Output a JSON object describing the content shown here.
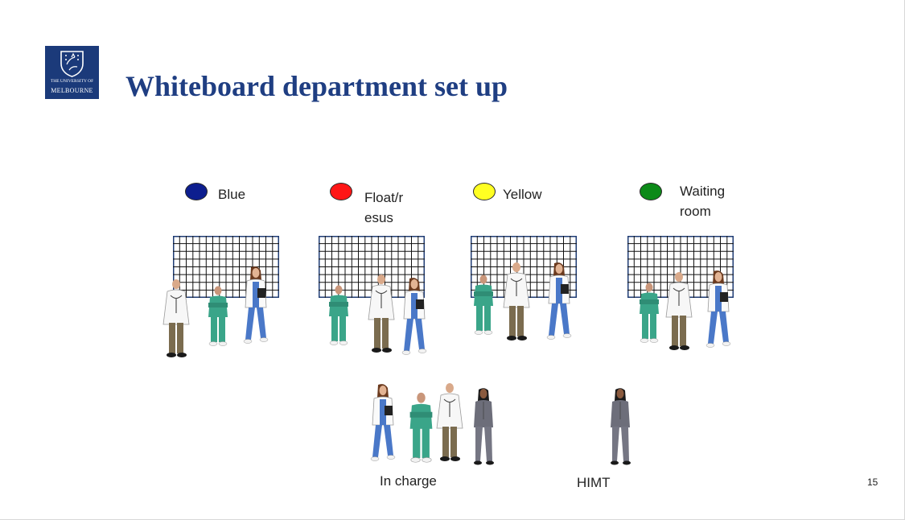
{
  "slide": {
    "title": "Whiteboard department set up",
    "page_number": "15",
    "logo": {
      "line1": "THE UNIVERSITY OF",
      "line2": "MELBOURNE"
    }
  },
  "teams": [
    {
      "label_lines": [
        "Blue"
      ],
      "color": "#0d1e8f"
    },
    {
      "label_lines": [
        "Float/r",
        "esus"
      ],
      "color": "#ff1616"
    },
    {
      "label_lines": [
        "Yellow"
      ],
      "color": "#ffff22"
    },
    {
      "label_lines": [
        "Waiting",
        "room"
      ],
      "color": "#0c8a18"
    }
  ],
  "groups": {
    "in_charge": "In charge",
    "himt": "HIMT"
  }
}
